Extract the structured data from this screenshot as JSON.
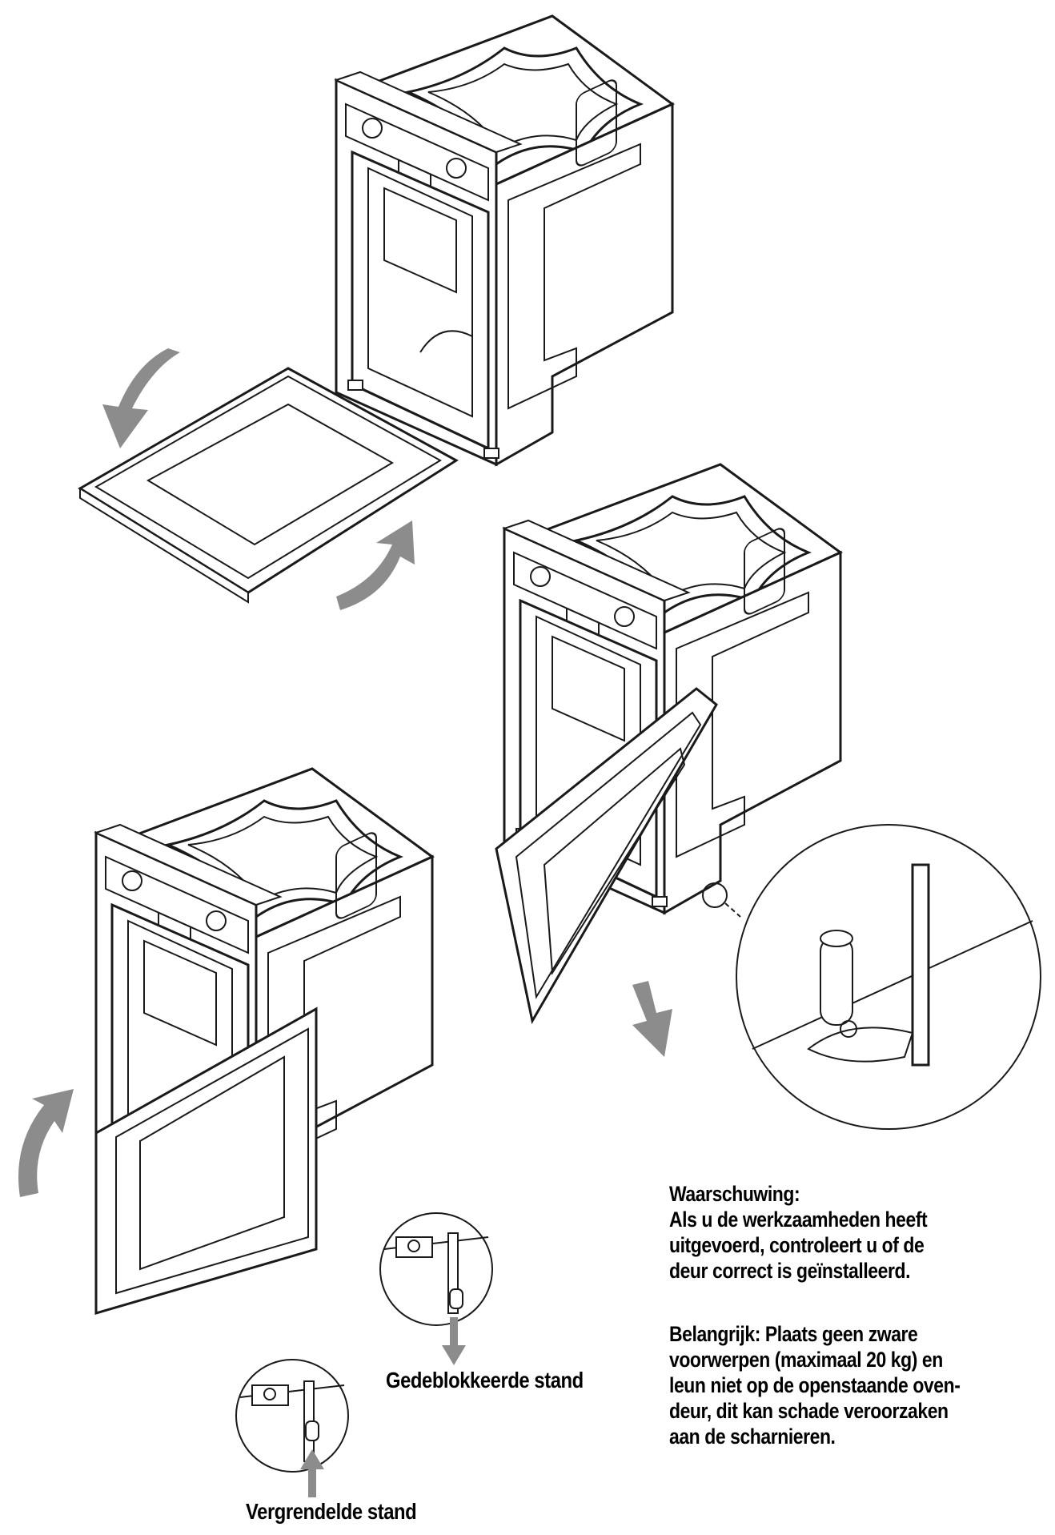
{
  "colors": {
    "line": "#1a1a1a",
    "arrow": "#8c8c8c",
    "background": "#ffffff"
  },
  "warning": {
    "title": "Waarschuwing:",
    "lines": [
      "Als u de werkzaamheden heeft",
      "uitgevoerd, controleert u of de",
      "deur correct is geïnstalleerd."
    ]
  },
  "important": {
    "lines": [
      "Belangrijk: Plaats geen zware",
      "voorwerpen (maximaal 20 kg) en",
      "leun niet op de openstaande oven-",
      "deur, dit kan schade veroorzaken",
      "aan de scharnieren."
    ]
  },
  "labels": {
    "unlocked": "Gedeblokkeerde stand",
    "locked": "Vergrendelde stand"
  }
}
